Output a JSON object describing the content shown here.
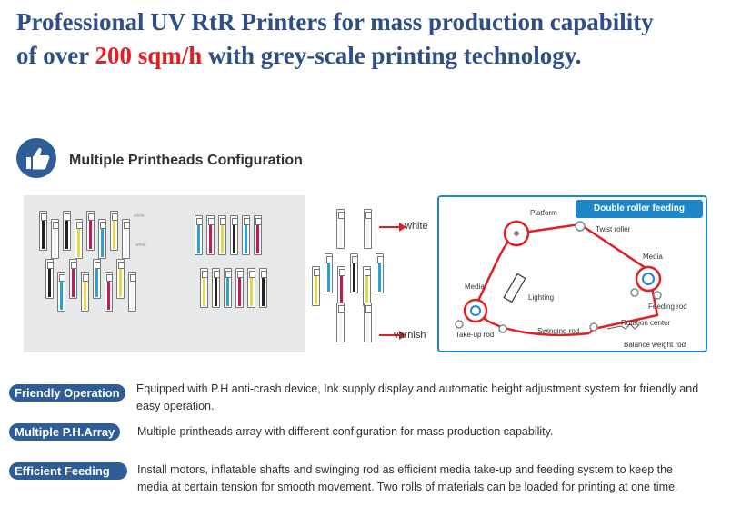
{
  "headline": {
    "part1": "Professional UV RtR Printers for mass production capability",
    "part2a": "of over ",
    "highlight": "200 sqm/h",
    "part2b": " with grey-scale printing technology.",
    "color": "#2d4e86",
    "accent": "#e31e24"
  },
  "section": {
    "title": "Multiple Printheads Configuration",
    "icon": "thumbs-up-icon"
  },
  "diagram": {
    "white_label": "white",
    "varnish_label": "varnish",
    "small_white": "white",
    "feeding": {
      "title": "Double roller feeding",
      "labels": {
        "platform": "Platform",
        "twist_roller": "Twist roller",
        "media_left": "Media",
        "lighting": "Lighting",
        "media_right": "Media",
        "feeding_rod": "Feeding rod",
        "rotation_center": "Rotation center",
        "take_up_rod": "Take-up rod",
        "swinging_rod": "Swinging rod",
        "balance_weight_rod": "Balance weight rod"
      }
    },
    "ink_colors": {
      "cyan": "#27a3d6",
      "magenta": "#c2185b",
      "yellow": "#e6d84a",
      "black": "#222222",
      "white": "#f4f4f4"
    }
  },
  "features": [
    {
      "badge": "Friendly Operation",
      "text1": "Equipped with P.H anti-crash device, Ink supply display and automatic height adjustment system for friendly and",
      "text2": "easy operation."
    },
    {
      "badge": "Multiple P.H.Array",
      "text1": "Multiple printheads array with different configuration for mass production capability.",
      "text2": ""
    },
    {
      "badge": "Efficient Feeding",
      "text1": "Install motors, inflatable shafts and swinging rod as efficient media take-up and feeding system to keep the",
      "text2": "media at certain tension for smooth movement. Two rolls of materials can be loaded for printing at one time."
    }
  ]
}
